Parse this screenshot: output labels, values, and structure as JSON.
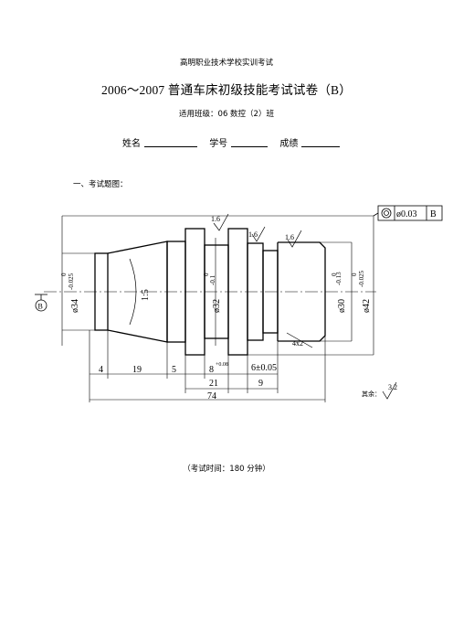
{
  "header": {
    "school": "高明职业技术学校实训考试",
    "title": "2006～2007 普通车床初级技能考试试卷（B）",
    "class_line": "适用班级：06 数控（2）班"
  },
  "info": {
    "name_label": "姓名",
    "id_label": "学号",
    "score_label": "成绩"
  },
  "section": {
    "heading": "一、考试题图："
  },
  "drawing": {
    "tolerance_frame": {
      "symbol": "◎",
      "value": "ø0.03",
      "datum": "B"
    },
    "datum_label": "B",
    "roughness_left": "1.6",
    "roughness_mid": "1.6",
    "roughness_right": "1.6",
    "roughness_rest_label": "其余：",
    "roughness_rest": "3.2",
    "dia_left": "ø34",
    "dia_left_tol_upper": "0",
    "dia_left_tol_lower": "-0.025",
    "taper": "1:5",
    "dia_mid": "ø32",
    "dia_mid_tol_upper": "0",
    "dia_mid_tol_lower": "-0.1",
    "dia_right": "ø30",
    "dia_right_tol_upper": "0",
    "dia_right_tol_lower": "-0.13",
    "dia_max": "ø42",
    "dia_max_tol_upper": "0",
    "dia_max_tol_lower": "-0.025",
    "groove": "4x2",
    "dim_4": "4",
    "dim_19": "19",
    "dim_5": "5",
    "dim_8": "8",
    "dim_8_tol": "+0.08",
    "dim_6": "6±0.05",
    "dim_21": "21",
    "dim_9": "9",
    "dim_74": "74"
  },
  "footer": {
    "duration": "（考试时间：180 分钟）"
  }
}
